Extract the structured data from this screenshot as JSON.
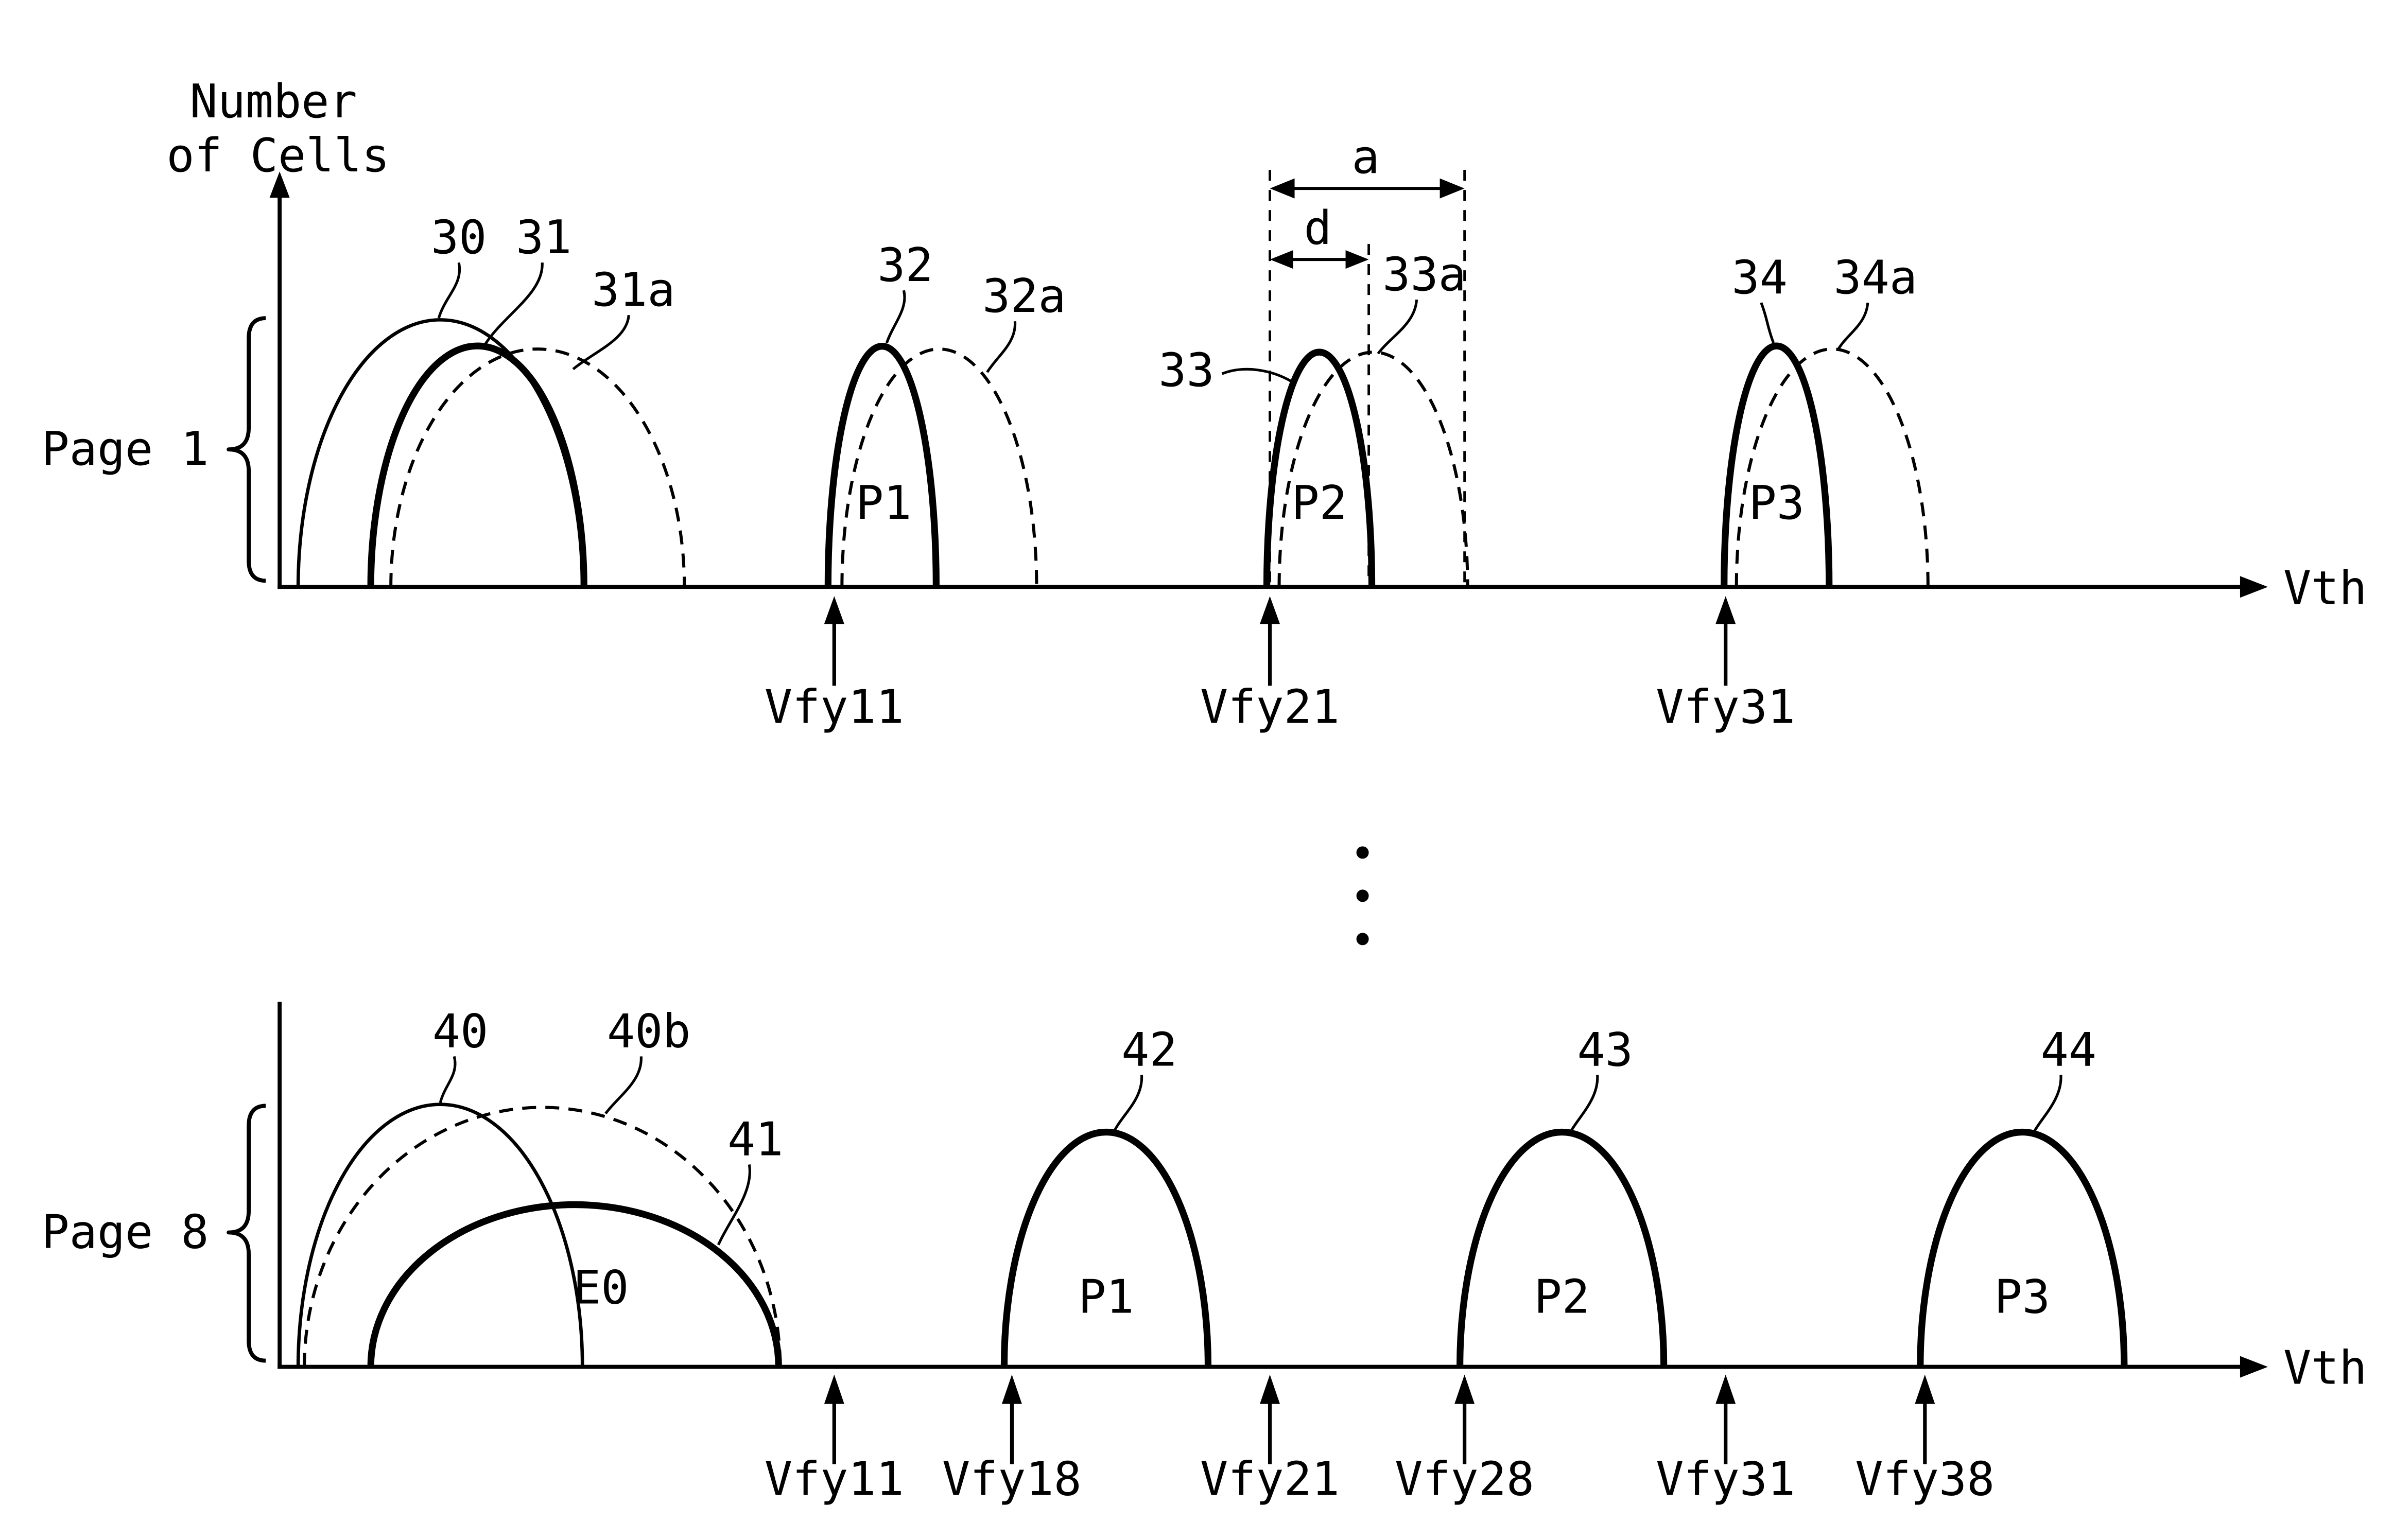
{
  "y_axis": {
    "line1": "Number",
    "line2": "of Cells"
  },
  "page1": {
    "label": "Page 1",
    "vth": "Vth",
    "ref_30": "30",
    "ref_31": "31",
    "ref_31a": "31a",
    "ref_32": "32",
    "ref_32a": "32a",
    "ref_33": "33",
    "ref_33a": "33a",
    "ref_34": "34",
    "ref_34a": "34a",
    "state_p1": "P1",
    "state_p2": "P2",
    "state_p3": "P3",
    "dim_a": "a",
    "dim_d": "d",
    "vfy11": "Vfy11",
    "vfy21": "Vfy21",
    "vfy31": "Vfy31"
  },
  "page8": {
    "label": "Page 8",
    "vth": "Vth",
    "ref_40": "40",
    "ref_40b": "40b",
    "ref_41": "41",
    "ref_42": "42",
    "ref_43": "43",
    "ref_44": "44",
    "state_e0": "E0",
    "state_p1": "P1",
    "state_p2": "P2",
    "state_p3": "P3",
    "vfy11": "Vfy11",
    "vfy18": "Vfy18",
    "vfy21": "Vfy21",
    "vfy28": "Vfy28",
    "vfy31": "Vfy31",
    "vfy38": "Vfy38"
  }
}
